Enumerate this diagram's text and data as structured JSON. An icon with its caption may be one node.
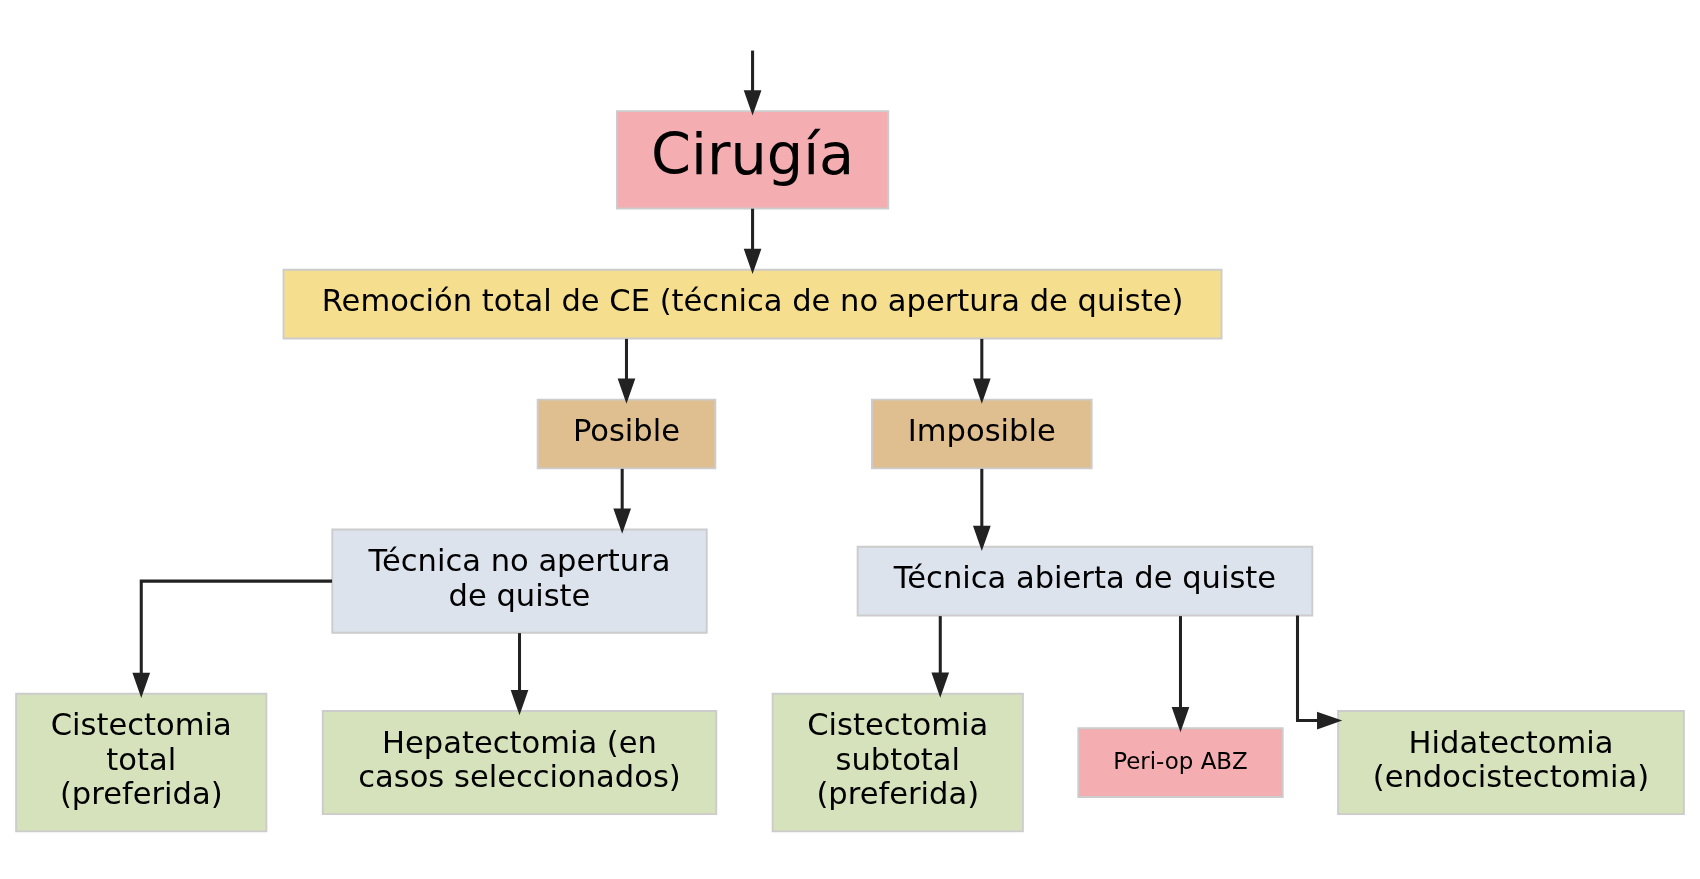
{
  "diagram": {
    "nodes": [
      {
        "text": [
          "Cirugía"
        ]
      },
      {
        "text": [
          "Remoción total de CE (técnica de no apertura de quiste)"
        ]
      },
      {
        "text": [
          "Posible"
        ]
      },
      {
        "text": [
          "Imposible"
        ]
      },
      {
        "text": [
          "Técnica no apertura de quiste"
        ]
      },
      {
        "text": [
          "Técnica abierta de quiste"
        ]
      },
      {
        "text": [
          "Cistectomia total (preferida)"
        ]
      },
      {
        "text": [
          "Hepatectomia (en casos seleccionados)"
        ]
      },
      {
        "text": [
          "Cistectomia subtotal (preferida)"
        ]
      },
      {
        "text": [
          "Peri-op ABZ"
        ]
      },
      {
        "text": [
          "Hidatectomia (endocistectomia)"
        ]
      }
    ],
    "edges": [
      {
        "from": null,
        "to": 0,
        "arrow": "to"
      },
      {
        "from": 0,
        "to": 1,
        "arrow": "to"
      },
      {
        "from": 1,
        "to": 2,
        "arrow": "to"
      },
      {
        "from": 1,
        "to": 3,
        "arrow": "to"
      },
      {
        "from": 2,
        "to": 4,
        "arrow": "to"
      },
      {
        "from": 3,
        "to": 5,
        "arrow": "to"
      },
      {
        "from": 4,
        "to": 6,
        "arrow": "to"
      },
      {
        "from": 4,
        "to": 7,
        "arrow": "to"
      },
      {
        "from": 5,
        "to": 8,
        "arrow": "to"
      },
      {
        "from": 5,
        "to": 9,
        "arrow": "to"
      },
      {
        "from": 5,
        "to": 10,
        "arrow": "to"
      }
    ]
  }
}
